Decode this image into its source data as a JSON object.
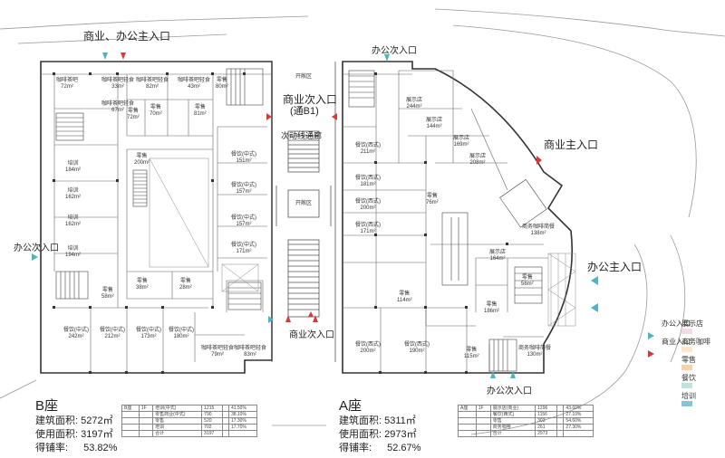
{
  "entrances": {
    "commercial_office_main_top": "商业、办公主入口",
    "office_secondary_top_right": "办公次入口",
    "commercial_secondary_center_top": "商业次入口",
    "commercial_secondary_center_top_sub": "(通B1)",
    "commercial_main_right": "商业主入口",
    "office_secondary_left": "办公次入口",
    "office_main_right": "办公主入口",
    "commercial_secondary_center_bottom": "商业次入口",
    "office_secondary_bottom": "办公次入口",
    "secondary_lane": "次动线通廊"
  },
  "legend": {
    "office_entrance": "办公入口",
    "commercial_entrance": "商业入口",
    "items": [
      {
        "label": "展示店",
        "color": "#f4d9e6"
      },
      {
        "label": "商务咖啡",
        "color": "#fde7c8"
      },
      {
        "label": "零售",
        "color": "#f7d2a8"
      },
      {
        "label": "餐饮",
        "color": "#bfe3df"
      },
      {
        "label": "培训",
        "color": "#84c6d6"
      }
    ],
    "entrance_colors": {
      "office": "#4fb3c6",
      "commercial": "#d83a3a"
    }
  },
  "buildings": {
    "b": {
      "title": "B座",
      "gross_area_label": "建筑面积:",
      "gross_area_value": "5272㎡",
      "usable_area_label": "使用面积:",
      "usable_area_value": "3197㎡",
      "efficiency_label": "得铺率:",
      "efficiency_value": "53.82%"
    },
    "a": {
      "title": "A座",
      "gross_area_label": "建筑面积:",
      "gross_area_value": "5311㎡",
      "usable_area_label": "使用面积:",
      "usable_area_value": "2973㎡",
      "efficiency_label": "得铺率:",
      "efficiency_value": "52.67%"
    }
  },
  "b_rooms": [
    {
      "name": "咖啡茶吧",
      "area": "72m²"
    },
    {
      "name": "咖啡茶吧轻食",
      "area": "33m²"
    },
    {
      "name": "咖啡茶吧轻食",
      "area": "82m²"
    },
    {
      "name": "咖啡茶吧轻食",
      "area": "43m²"
    },
    {
      "name": "咖啡茶吧轻食",
      "area": "67m²"
    },
    {
      "name": "零售",
      "area": "70m²"
    },
    {
      "name": "零售",
      "area": "72m²"
    },
    {
      "name": "零售",
      "area": "81m²"
    },
    {
      "name": "零售",
      "area": "80m²"
    },
    {
      "name": "培训",
      "area": "184m²"
    },
    {
      "name": "培训",
      "area": "162m²"
    },
    {
      "name": "培训",
      "area": "162m²"
    },
    {
      "name": "培训",
      "area": "194m²"
    },
    {
      "name": "零售",
      "area": "200m²"
    },
    {
      "name": "零售",
      "area": "38m²"
    },
    {
      "name": "零售",
      "area": "28m²"
    },
    {
      "name": "零售",
      "area": "58m²"
    },
    {
      "name": "餐饮(中式)",
      "area": "151m²"
    },
    {
      "name": "餐饮(中式)",
      "area": "157m²"
    },
    {
      "name": "餐饮(中式)",
      "area": "157m²"
    },
    {
      "name": "餐饮(中式)",
      "area": "171m²"
    },
    {
      "name": "餐饮(中式)",
      "area": "242m²"
    },
    {
      "name": "餐饮(中式)",
      "area": "212m²"
    },
    {
      "name": "餐饮(中式)",
      "area": "173m²"
    },
    {
      "name": "餐饮(中式)",
      "area": "180m²"
    },
    {
      "name": "咖啡茶吧轻食",
      "area": "79m²"
    },
    {
      "name": "咖啡茶吧轻食",
      "area": "83m²"
    }
  ],
  "a_rooms": [
    {
      "name": "展示店",
      "area": "244m²"
    },
    {
      "name": "展示店",
      "area": "144m²"
    },
    {
      "name": "展示店",
      "area": "169m²"
    },
    {
      "name": "展示店",
      "area": "208m²"
    },
    {
      "name": "餐饮(西式)",
      "area": "211m²"
    },
    {
      "name": "餐饮(西式)",
      "area": "181m²"
    },
    {
      "name": "餐饮(西式)",
      "area": "200m²"
    },
    {
      "name": "餐饮(西式)",
      "area": "171m²"
    },
    {
      "name": "零售",
      "area": "76m²"
    },
    {
      "name": "零售",
      "area": "114m²"
    },
    {
      "name": "餐饮(西式)",
      "area": "200m²"
    },
    {
      "name": "餐饮(西式)",
      "area": "190m²"
    },
    {
      "name": "商务咖啡简餐",
      "area": "138m²"
    },
    {
      "name": "展示店",
      "area": "164m²"
    },
    {
      "name": "零售",
      "area": "56m²"
    },
    {
      "name": "零售",
      "area": "186m²"
    },
    {
      "name": "商务咖啡简餐",
      "area": "130m²"
    },
    {
      "name": "零售",
      "area": "115m²"
    }
  ],
  "center": {
    "label_top": "开敞区",
    "label_mid": "开敞区"
  },
  "b_table": {
    "rows": [
      [
        "B座",
        "1F",
        "培训(中式)",
        "1215",
        "",
        "41.50%"
      ],
      [
        "",
        "",
        "零售商业(中式)",
        "790",
        "",
        "38.10%"
      ],
      [
        "",
        "",
        "零售",
        "520",
        "",
        "17.30%"
      ],
      [
        "",
        "",
        "培训",
        "702",
        "",
        "17.70%"
      ],
      [
        "",
        "",
        "合计",
        "3197",
        "",
        ""
      ]
    ]
  },
  "a_table": {
    "rows": [
      [
        "A座",
        "1F",
        "展示店(商业)",
        "1296",
        "",
        "43.60%"
      ],
      [
        "",
        "",
        "餐饮(西式)",
        "1156",
        "",
        "27.10%"
      ],
      [
        "",
        "",
        "零售",
        "303",
        "",
        "54.60%"
      ],
      [
        "",
        "",
        "商务咖啡",
        "261",
        "",
        "27.30%"
      ],
      [
        "",
        "",
        "合计",
        "2973",
        "",
        ""
      ]
    ]
  }
}
